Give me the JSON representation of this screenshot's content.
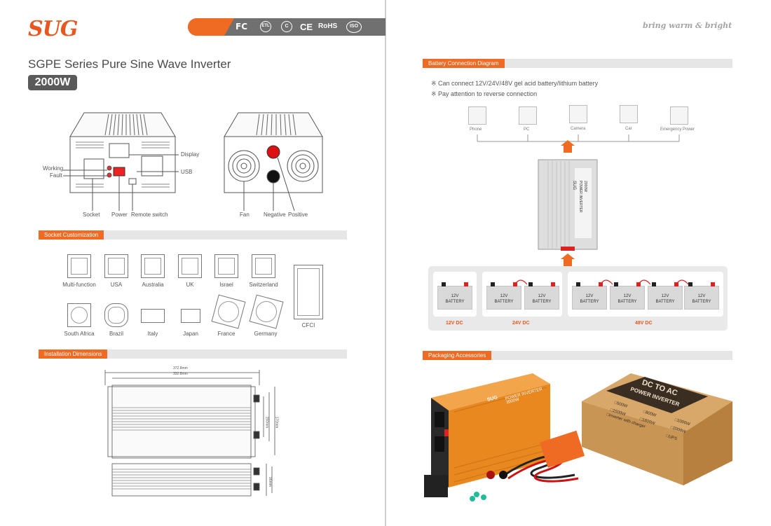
{
  "brand": {
    "logo": "SUG",
    "tagline": "bring warm & bright"
  },
  "certifications": [
    "FC",
    "ETL",
    "C",
    "CE",
    "RoHS",
    "ISO"
  ],
  "product": {
    "series_title": "SGPE Series Pure Sine Wave Inverter",
    "power": "2000W"
  },
  "front_panel": {
    "labels": {
      "display": "Display",
      "usb": "USB",
      "working": "Working",
      "fault": "Fault",
      "socket": "Socket",
      "power": "Power",
      "remote_switch": "Remote switch"
    }
  },
  "back_panel": {
    "labels": {
      "fan": "Fan",
      "negative": "Negative",
      "positive": "Positive"
    }
  },
  "sections": {
    "socket": "Socket Customization",
    "installation": "Installation Dimensions",
    "battery": "Battery Connection Diagram",
    "packaging": "Packaging Accessories"
  },
  "sockets": [
    "Multi-function",
    "USA",
    "Australia",
    "UK",
    "Israel",
    "Switzerland",
    "South Africa",
    "Brazil",
    "Italy",
    "Japan",
    "France",
    "Germany",
    "CFCI"
  ],
  "dimensions": {
    "outer": "372.8mm",
    "inner": "332.8mm",
    "height_outer": "170mm",
    "height_inner": "150mm",
    "depth": "96mm"
  },
  "battery": {
    "notes": [
      "※ Can connect 12V/24V/48V gel acid battery/lithium battery",
      "※ Pay attention to reverse connection"
    ],
    "devices": [
      "Phone",
      "PC",
      "Camera",
      "Car",
      "Emergency Power"
    ],
    "battery_label_volt": "12V",
    "battery_label": "BATTERY",
    "configs": [
      "12V DC",
      "24V DC",
      "48V DC"
    ]
  },
  "inverter_label": {
    "brand": "SUG",
    "line1": "POWER INVERTER",
    "line2": "2000W"
  },
  "box_text": {
    "title_line1": "DC TO AC",
    "title_line2": "POWER INVERTER",
    "options": [
      "□500W",
      "□800W",
      "□1000W",
      "□1500W",
      "□1800W",
      "□2000W",
      "□inverter with charger",
      "□UPS"
    ]
  },
  "colors": {
    "accent": "#ef6a22",
    "grey_bar": "#707070"
  }
}
